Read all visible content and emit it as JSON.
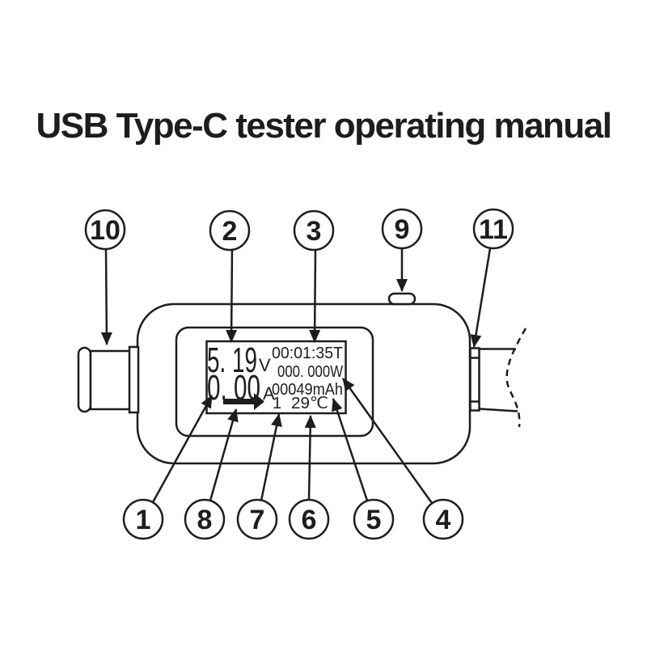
{
  "title": "USB Type-C tester operating manual",
  "colors": {
    "ink": "#1d1d1d",
    "background": "#ffffff"
  },
  "device": {
    "display": {
      "voltage_value": "5. 19",
      "voltage_unit": "V",
      "current_value": "0. 00",
      "current_unit": "A",
      "time": "00:01:35T",
      "power": "000. 000W",
      "capacity": "00049mAh",
      "group_number": "1",
      "temperature": "29℃"
    }
  },
  "callouts": {
    "top": [
      "10",
      "2",
      "3",
      "9",
      "11"
    ],
    "bottom": [
      "1",
      "8",
      "7",
      "6",
      "5",
      "4"
    ]
  }
}
